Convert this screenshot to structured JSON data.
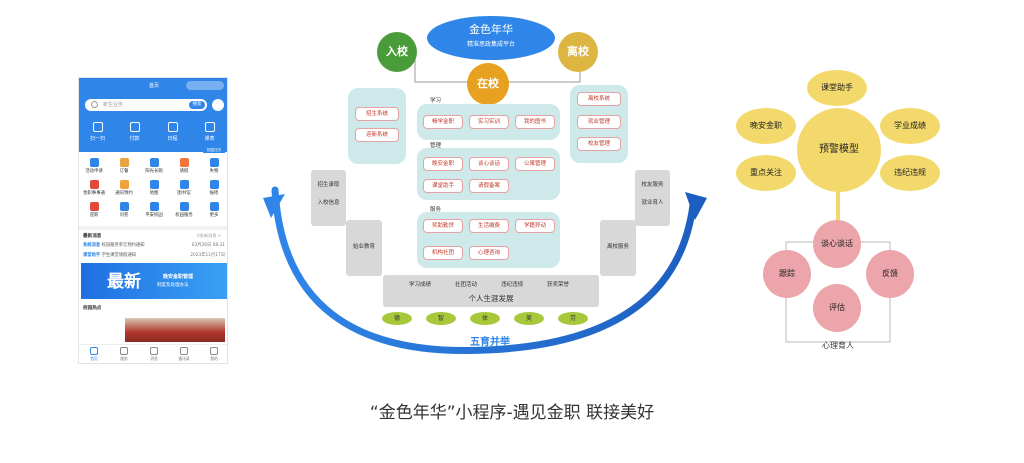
{
  "phone": {
    "title": "首页",
    "search_placeholder": "新生业务",
    "search_button": "搜索",
    "quick_actions": [
      "扫一扫",
      "付款",
      "日程",
      "课表"
    ],
    "badge": "校园日历",
    "grid": [
      {
        "label": "活动申请",
        "color": "#2f86e8"
      },
      {
        "label": "订餐",
        "color": "#e8a33d"
      },
      {
        "label": "阳光长跑",
        "color": "#2f86e8"
      },
      {
        "label": "请假",
        "color": "#f0753a"
      },
      {
        "label": "失物",
        "color": "#2f86e8"
      },
      {
        "label": "金职事事通",
        "color": "#e04a3a"
      },
      {
        "label": "通讯预约",
        "color": "#f0a33a"
      },
      {
        "label": "地图",
        "color": "#2f86e8"
      },
      {
        "label": "图书馆",
        "color": "#2f86e8"
      },
      {
        "label": "报修",
        "color": "#2f86e8"
      },
      {
        "label": "迎新",
        "color": "#e04a3a"
      },
      {
        "label": "问卷",
        "color": "#2f86e8"
      },
      {
        "label": "平安校园",
        "color": "#2f86e8"
      },
      {
        "label": "校园服务",
        "color": "#2f86e8"
      },
      {
        "label": "更多",
        "color": "#2f86e8"
      }
    ],
    "messages_title": "最新消息",
    "messages_more": "0条新消息 >",
    "messages": [
      {
        "tag": "系统消息",
        "text": "校园服务单元预约通知",
        "date": "03月26日 08:31"
      },
      {
        "tag": "课堂助手",
        "text": "学生课堂请假通知",
        "date": "2023年11月17日"
      }
    ],
    "banner_big": "最新",
    "banner_sub1": "晚安金职管理",
    "banner_sub2": "制度及处理办法",
    "campus_title": "校园热点",
    "tabs": [
      "首页",
      "服务",
      "消息",
      "通讯录",
      "我的"
    ]
  },
  "diagram": {
    "top_title": "金色年华",
    "top_subtitle": "精准思政集成平台",
    "enter": "入校",
    "leave": "离校",
    "at_school": "在校",
    "left_box": [
      "招生系统",
      "迎新系统"
    ],
    "right_box": [
      "离校系统",
      "就业管理",
      "校友管理"
    ],
    "section_study": "学习",
    "study_items": [
      "畅学金职",
      "实习实训",
      "我的图书"
    ],
    "section_manage": "管理",
    "manage_items": [
      "晚安金职",
      "谈心谈话",
      "公寓管理",
      "课堂助手",
      "请假备案"
    ],
    "section_service": "服务",
    "service_items": [
      "奖助勤贷",
      "生活缴费",
      "学籍异动",
      "机构社团",
      "心理咨询"
    ],
    "left_side_box": [
      "招生录取",
      "入校信息"
    ],
    "right_side_box": [
      "校友服务",
      "就业育人"
    ],
    "left_edu": "始业教育",
    "right_service": "离校服务",
    "bottom_items": [
      "学习成绩",
      "社团活动",
      "违纪违规",
      "获奖荣誉"
    ],
    "bottom_title": "个人生涯发展",
    "five": [
      "德",
      "智",
      "体",
      "美",
      "劳"
    ],
    "five_title": "五育并举"
  },
  "warning": {
    "center": "预警模型",
    "items": [
      "课堂助手",
      "学业成绩",
      "违纪违规",
      "晚安金职",
      "重点关注"
    ],
    "talk": "谈心谈话",
    "track": "跟踪",
    "feedback": "反馈",
    "evaluate": "评估",
    "footer": "心理育人"
  },
  "caption": "“金色年华”小程序-遇见金职 联接美好",
  "colors": {
    "blue": "#2f86e8",
    "green": "#4a9c3a",
    "gold": "#dcb640",
    "orange": "#e8a020",
    "teal": "#cde9e9",
    "yellow": "#f3d96b",
    "pink": "#eba5ab"
  }
}
